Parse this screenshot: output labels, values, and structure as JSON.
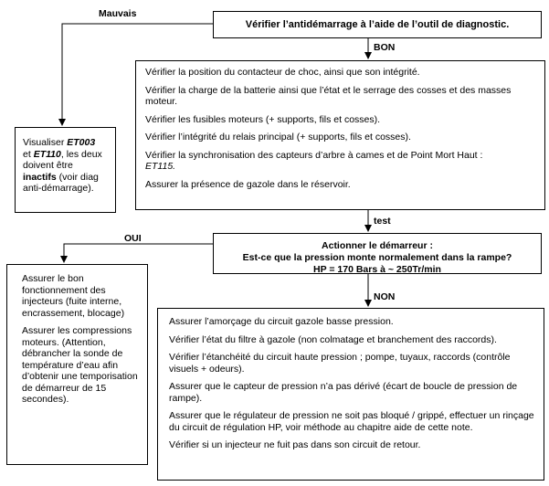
{
  "labels": {
    "mauvais": "Mauvais",
    "bon": "BON",
    "test": "test",
    "oui": "OUI",
    "non": "NON"
  },
  "top_box": "Vérifier l’antidémarrage à l’aide de l’outil de diagnostic.",
  "checks": [
    "Vérifier la position du contacteur de choc, ainsi que son intégrité.",
    "Vérifier la charge de la batterie ainsi que l’état et le serrage des cosses et des masses moteur.",
    "Vérifier les fusibles moteurs (+ supports, fils et cosses).",
    "Vérifier l’intégrité du relais principal (+ supports, fils et cosses).",
    "Vérifier la synchronisation des capteurs d’arbre à cames et de Point Mort Haut :",
    "ET115.",
    "Assurer la présence de gazole dans le réservoir."
  ],
  "visualiser": {
    "prefix": "Visualiser ",
    "code1": "ET003",
    "and": "et ",
    "code2": "ET110",
    "mid": ", les deux doivent être ",
    "state": "inactifs",
    "suffix": " (voir diag anti-démarrage)."
  },
  "test_box": {
    "line1": "Actionner le démarreur :",
    "line2": "Est-ce que la pression monte normalement dans la rampe?",
    "line3": "HP = 170 Bars à ~ 250Tr/min"
  },
  "injectors": [
    "Assurer le bon fonctionnement des injecteurs (fuite interne, encrassement, blocage)",
    "Assurer les compressions moteurs. (Attention, débrancher la sonde de température d’eau afin d’obtenir une temporisation de démarreur de 15 secondes)."
  ],
  "non_steps": [
    "Assurer l’amorçage du circuit gazole basse pression.",
    "Vérifier l’état du filtre à gazole (non colmatage et branchement des raccords).",
    "Vérifier l’étanchéité du circuit haute pression ; pompe, tuyaux, raccords (contrôle visuels + odeurs).",
    "Assurer que le capteur de pression n’a pas dérivé (écart de boucle de pression de rampe).",
    "Assurer que le régulateur de pression ne soit pas bloqué / grippé, effectuer un rinçage du circuit de régulation HP, voir méthode au chapitre aide de cette note.",
    "Vérifier si un injecteur ne fuit pas dans son circuit de retour."
  ]
}
